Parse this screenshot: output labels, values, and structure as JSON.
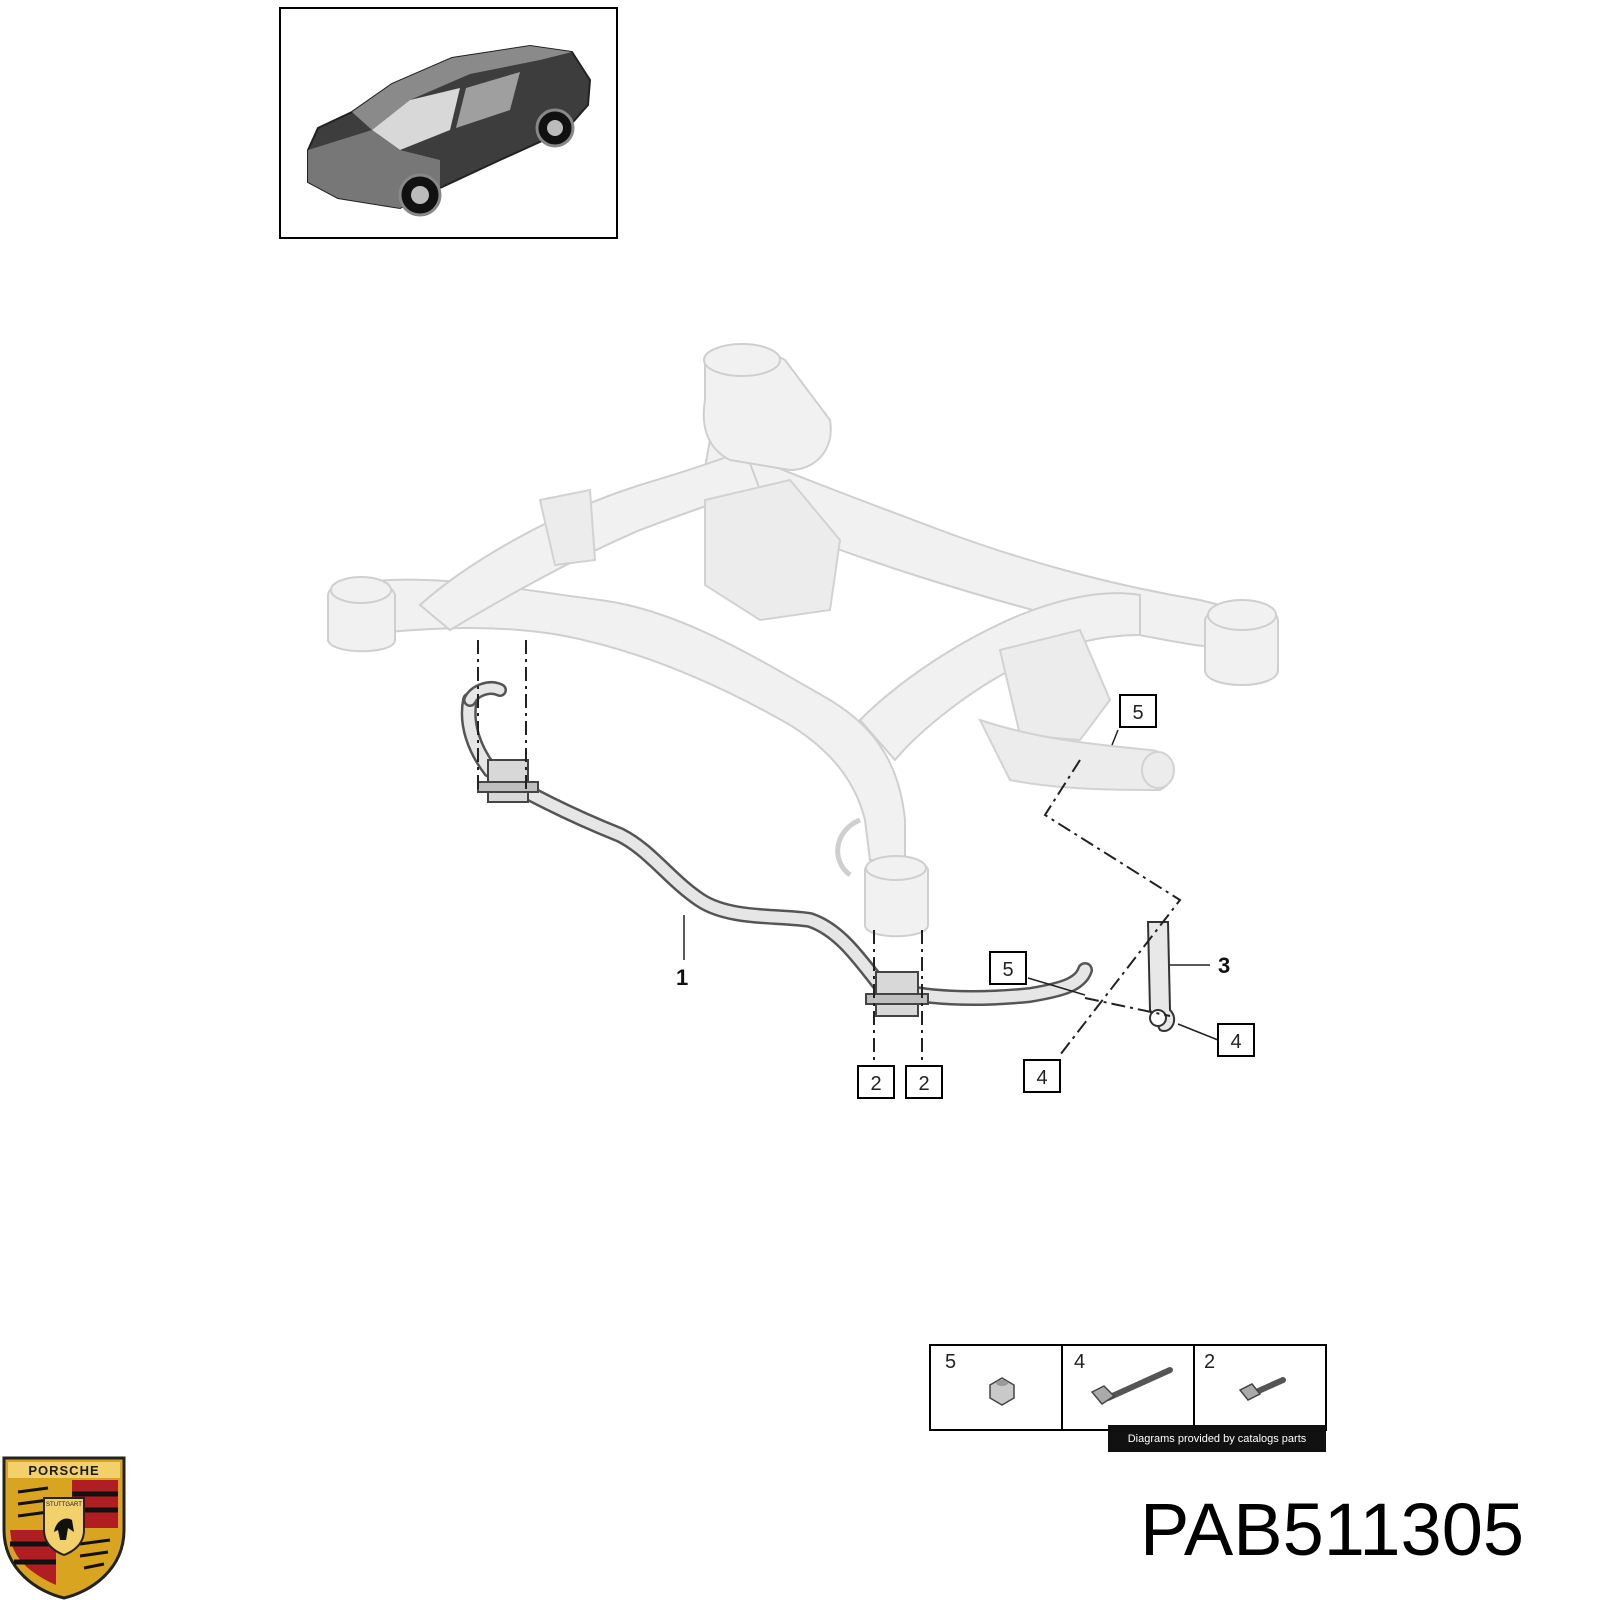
{
  "callouts": {
    "c1": "1",
    "c2a": "2",
    "c2b": "2",
    "c3": "3",
    "c4a": "4",
    "c4b": "4",
    "c5a": "5",
    "c5b": "5"
  },
  "legend": {
    "items": [
      {
        "number": "5",
        "icon": "nut-icon"
      },
      {
        "number": "4",
        "icon": "long-bolt-icon"
      },
      {
        "number": "2",
        "icon": "short-bolt-icon"
      }
    ],
    "credit": "Diagrams provided by catalogs parts"
  },
  "logo": {
    "word": "PORSCHE",
    "city": "STUTTGART"
  },
  "part_number": "PAB511305",
  "colors": {
    "frame": "#f1f1f1",
    "bar": "#e6e6e6",
    "line": "#222222",
    "logo_gold": "#d9a520",
    "logo_red": "#b01e23"
  }
}
